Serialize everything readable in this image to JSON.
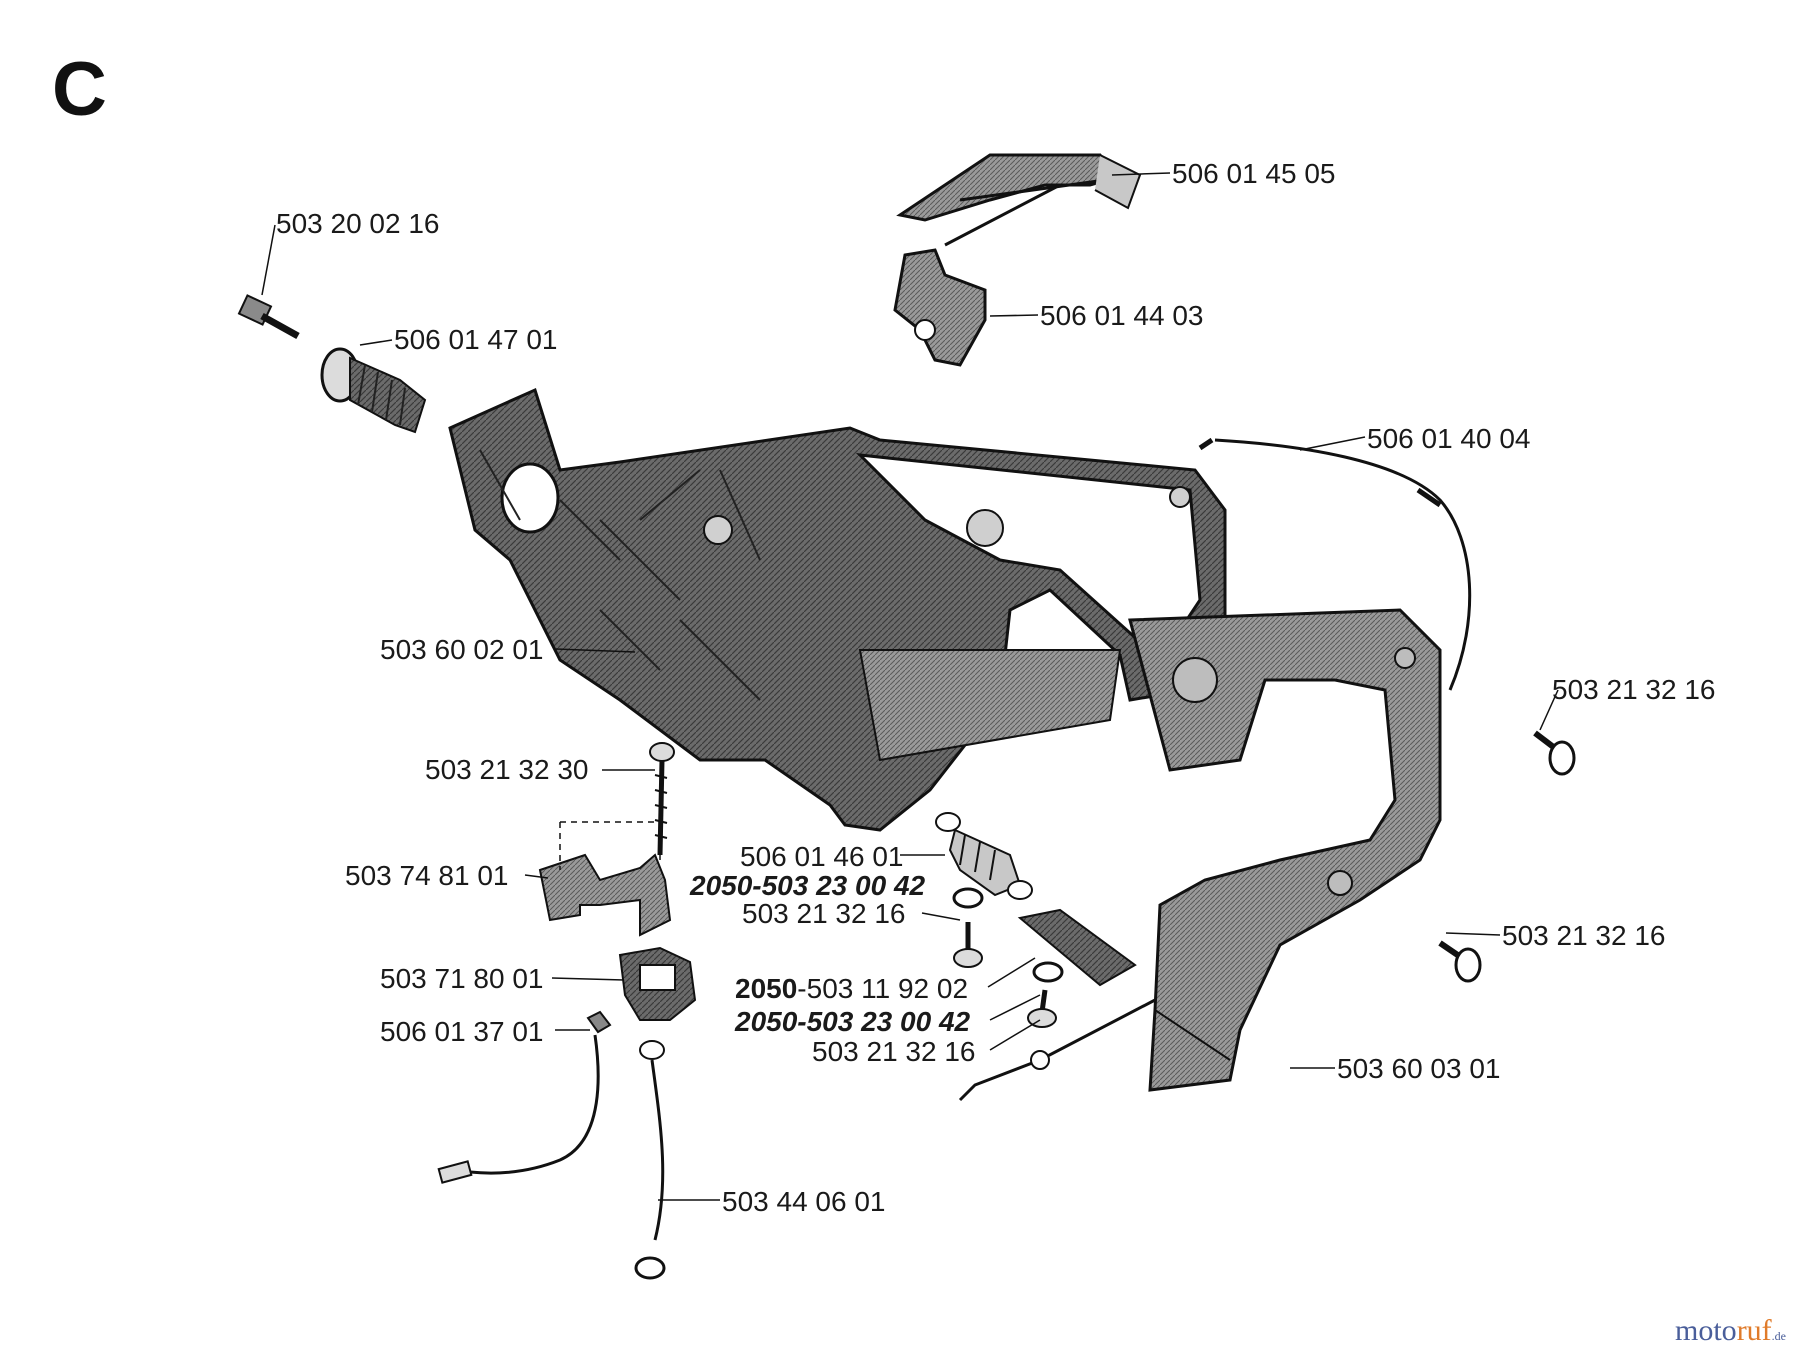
{
  "section": "C",
  "watermark": {
    "part1": "moto",
    "part2": "ruf",
    "suffix": ".de"
  },
  "labels": {
    "l1": "506 01 45 05",
    "l2": "503 20 02 16",
    "l3": "506 01 44 03",
    "l4": "506 01 47 01",
    "l5": "506 01 40 04",
    "l6": "503 60 02 01",
    "l7": "503 21 32 16",
    "l8": "503 21 32 30",
    "l9": "506 01 46 01",
    "l10": "503 74 81 01",
    "l11": "2050-503 23 00 42",
    "l12": "503 21 32 16",
    "l13": "503 21 32 16",
    "l14": "503 71 80 01",
    "l15_prefix": "2050",
    "l15_rest": "-503 11 92 02",
    "l16": "506 01 37 01",
    "l17": "2050-503 23 00 42",
    "l18": "503 21 32 16",
    "l19": "503 60 03 01",
    "l20": "503 44 06 01"
  }
}
